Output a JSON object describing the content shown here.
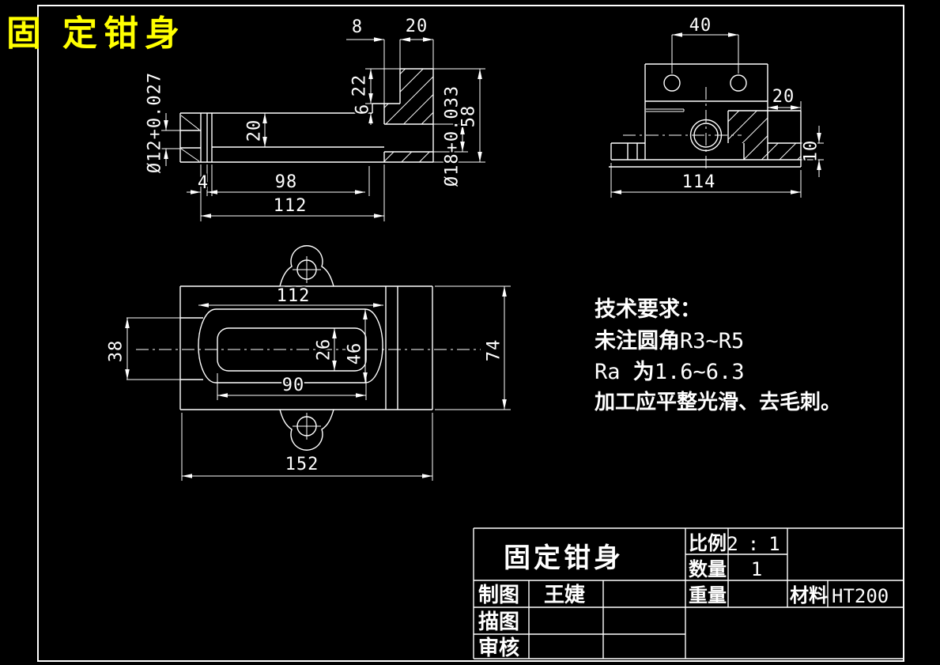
{
  "page": {
    "drawing_title": "固 定钳身",
    "background_color": "#000000",
    "line_color": "#ffffff",
    "title_color": "#ffff00"
  },
  "views": {
    "front_section": {
      "dims": {
        "notch_width": "8",
        "boss_width": "20",
        "notch_depth": "22",
        "lip": "6",
        "overall_height": "58",
        "bore": "Ø18+0.033",
        "pin_bore": "Ø12+0.027",
        "channel_height": "20",
        "plate_thickness": "4",
        "inner_length": "98",
        "outer_length": "112"
      }
    },
    "side_view": {
      "dims": {
        "hole_spacing": "40",
        "step_width": "20",
        "base_height": "10",
        "overall_width": "114"
      }
    },
    "plan_view": {
      "dims": {
        "slot_length": "112",
        "opening_width": "38",
        "inner_slot_width": "26",
        "outer_slot_width": "46",
        "inner_slot_length": "90",
        "body_height": "74",
        "overall_length": "152"
      }
    }
  },
  "tech_requirements": {
    "heading": "技术要求：",
    "fillet_cn": "未注圆角",
    "fillet_val": "R3~R5",
    "ra_label": "Ra ",
    "ra_cn": "为",
    "ra_val": "1.6~6.3",
    "finish_note": "加工应平整光滑、去毛刺。"
  },
  "title_block": {
    "part_name": "固定钳身",
    "scale_label": "比例",
    "scale_value": "2:1",
    "qty_label": "数量",
    "qty_value": "1",
    "weight_label": "重量",
    "weight_value": "",
    "material_label": "材料",
    "material_value": "HT200",
    "drawn_label": "制图",
    "drawn_value": "王婕",
    "traced_label": "描图",
    "traced_value": "",
    "checked_label": "审核",
    "checked_value": ""
  }
}
